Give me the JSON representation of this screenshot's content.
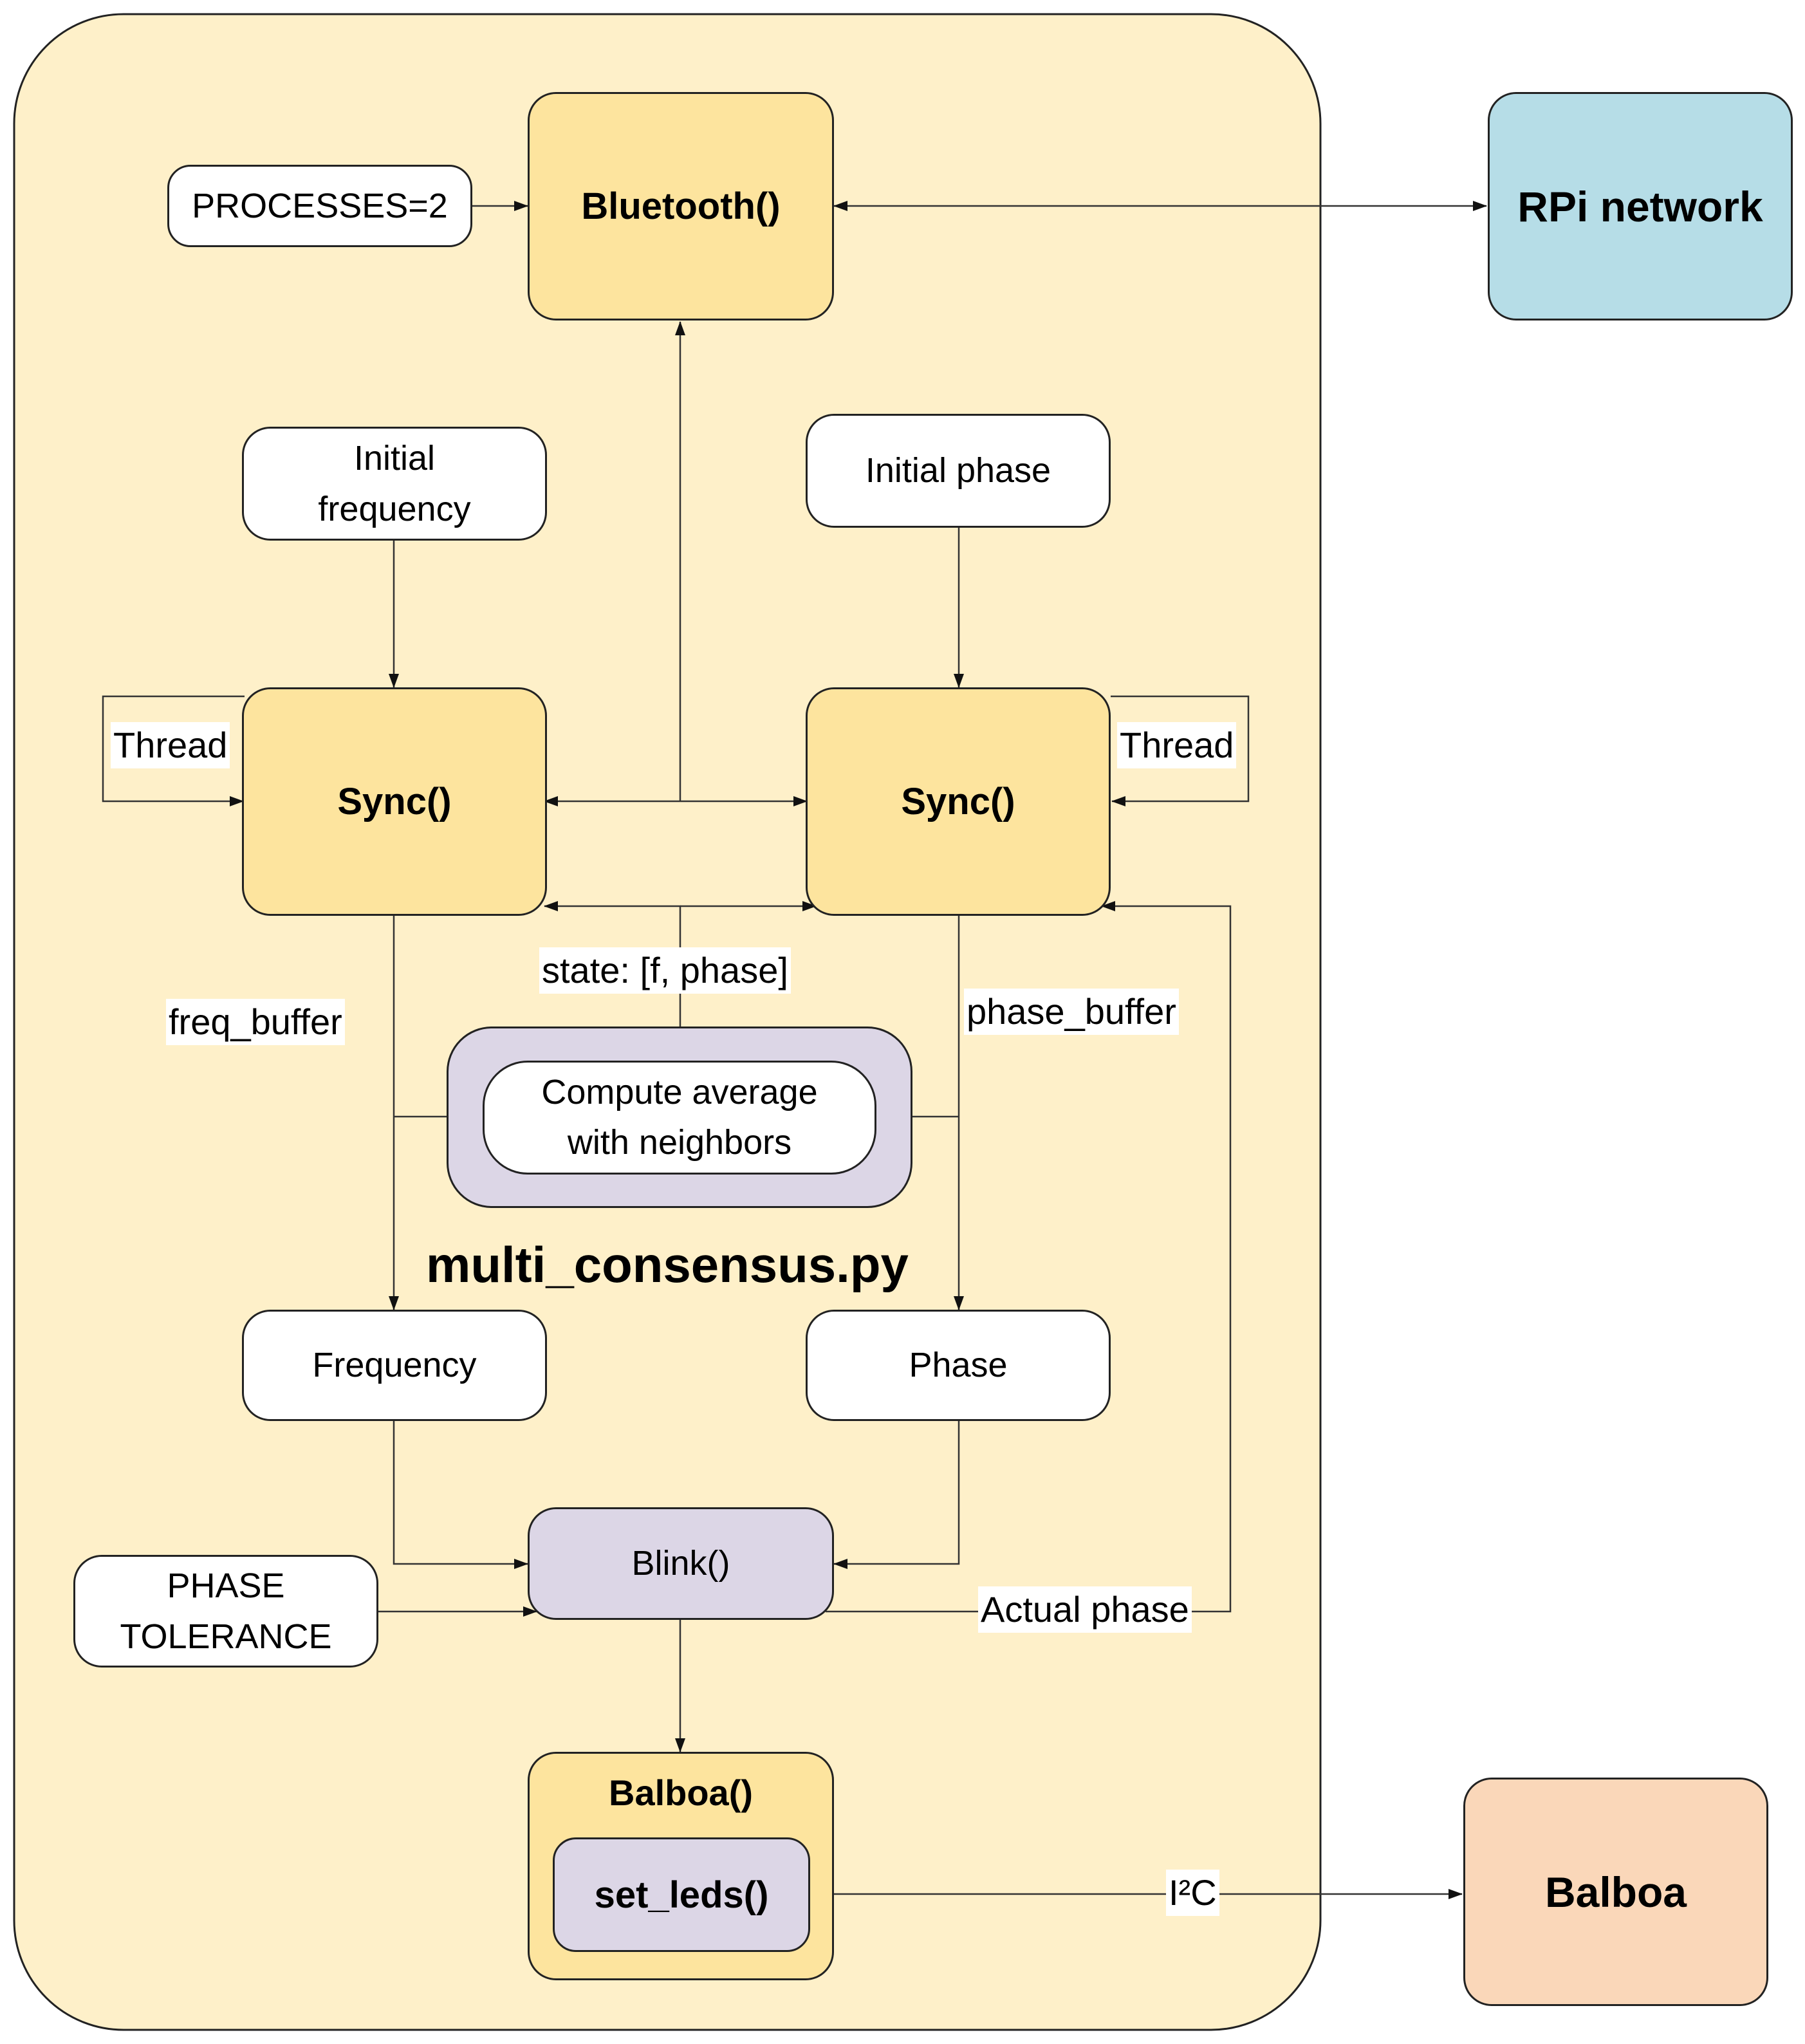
{
  "container": {
    "title": "multi_consensus.py"
  },
  "nodes": {
    "processes": "PROCESSES=2",
    "bluetooth": "Bluetooth()",
    "rpi_network": "RPi network",
    "initial_frequency": "Initial\nfrequency",
    "initial_phase": "Initial phase",
    "sync_left": "Sync()",
    "sync_right": "Sync()",
    "compute_average": "Compute average\nwith neighbors",
    "frequency": "Frequency",
    "phase": "Phase",
    "blink": "Blink()",
    "phase_tolerance": "PHASE\nTOLERANCE",
    "balboa_func": "Balboa()",
    "set_leds": "set_leds()",
    "balboa": "Balboa"
  },
  "edge_labels": {
    "thread_left": "Thread",
    "thread_right": "Thread",
    "state": "state: [f, phase]",
    "freq_buffer": "freq_buffer",
    "phase_buffer": "phase_buffer",
    "actual_phase": "Actual phase",
    "i2c": "I²C"
  },
  "colors": {
    "container": "#fef0c9",
    "gold": "#fde49e",
    "lavender": "#dcd6e6",
    "blue": "#b6dde7",
    "peach": "#fad7b9",
    "line": "#222222"
  }
}
